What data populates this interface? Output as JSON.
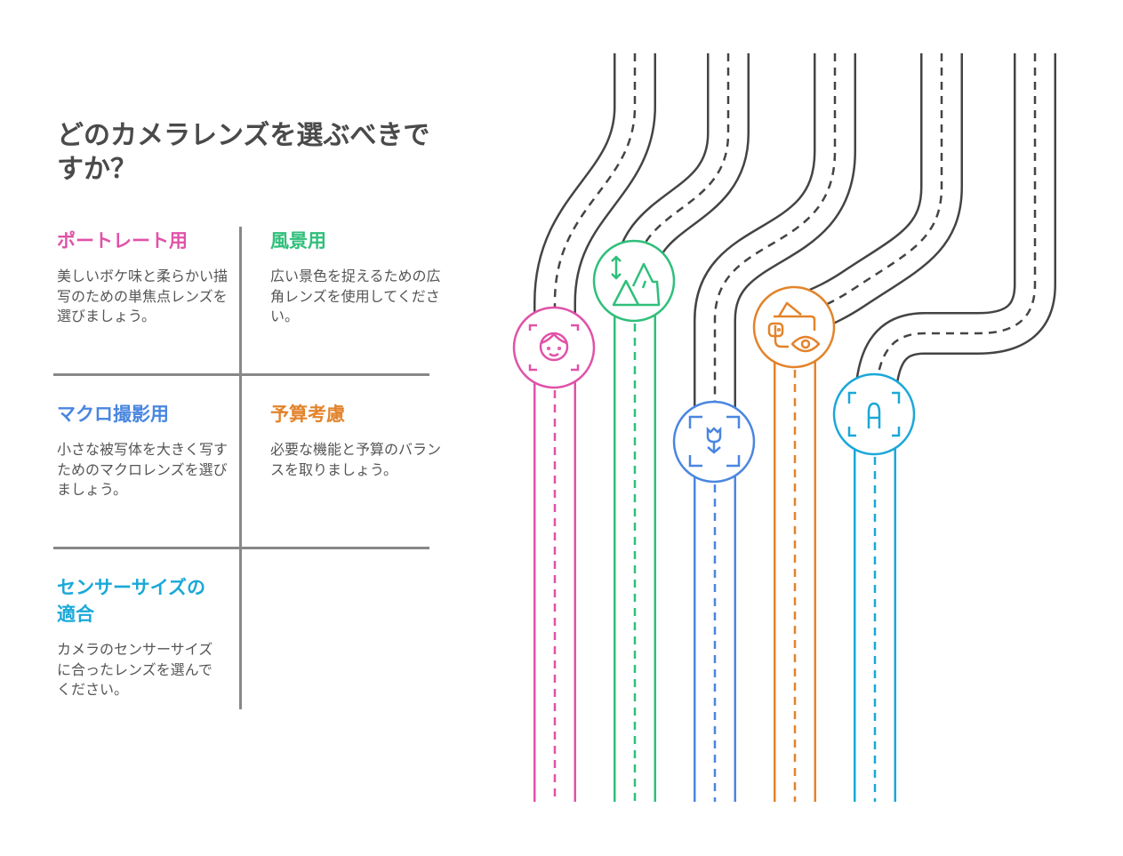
{
  "title": "どのカメラレンズを選ぶべきですか？",
  "options": [
    {
      "heading": "ポートレート用",
      "text": "美しいボケ味と柔らかい描写のための単焦点レンズを選びましょう。",
      "color": "#e052a8",
      "icon": "portrait-face-icon"
    },
    {
      "heading": "風景用",
      "text": "広い景色を捉えるための広角レンズを使用してください。",
      "color": "#2fbf7a",
      "icon": "mountain-landscape-icon"
    },
    {
      "heading": "マクロ撮影用",
      "text": "小さな被写体を大きく写すためのマクロレンズを選びましょう。",
      "color": "#4a86e0",
      "icon": "macro-flower-icon"
    },
    {
      "heading": "予算考慮",
      "text": "必要な機能と予算のバランスを取りましょう。",
      "color": "#e3832b",
      "icon": "wallet-eye-icon"
    },
    {
      "heading": "センサーサイズの適合",
      "text": "カメラのセンサーサイズに合ったレンズを選んでください。",
      "color": "#1aa8d8",
      "icon": "sensor-frame-icon"
    }
  ]
}
